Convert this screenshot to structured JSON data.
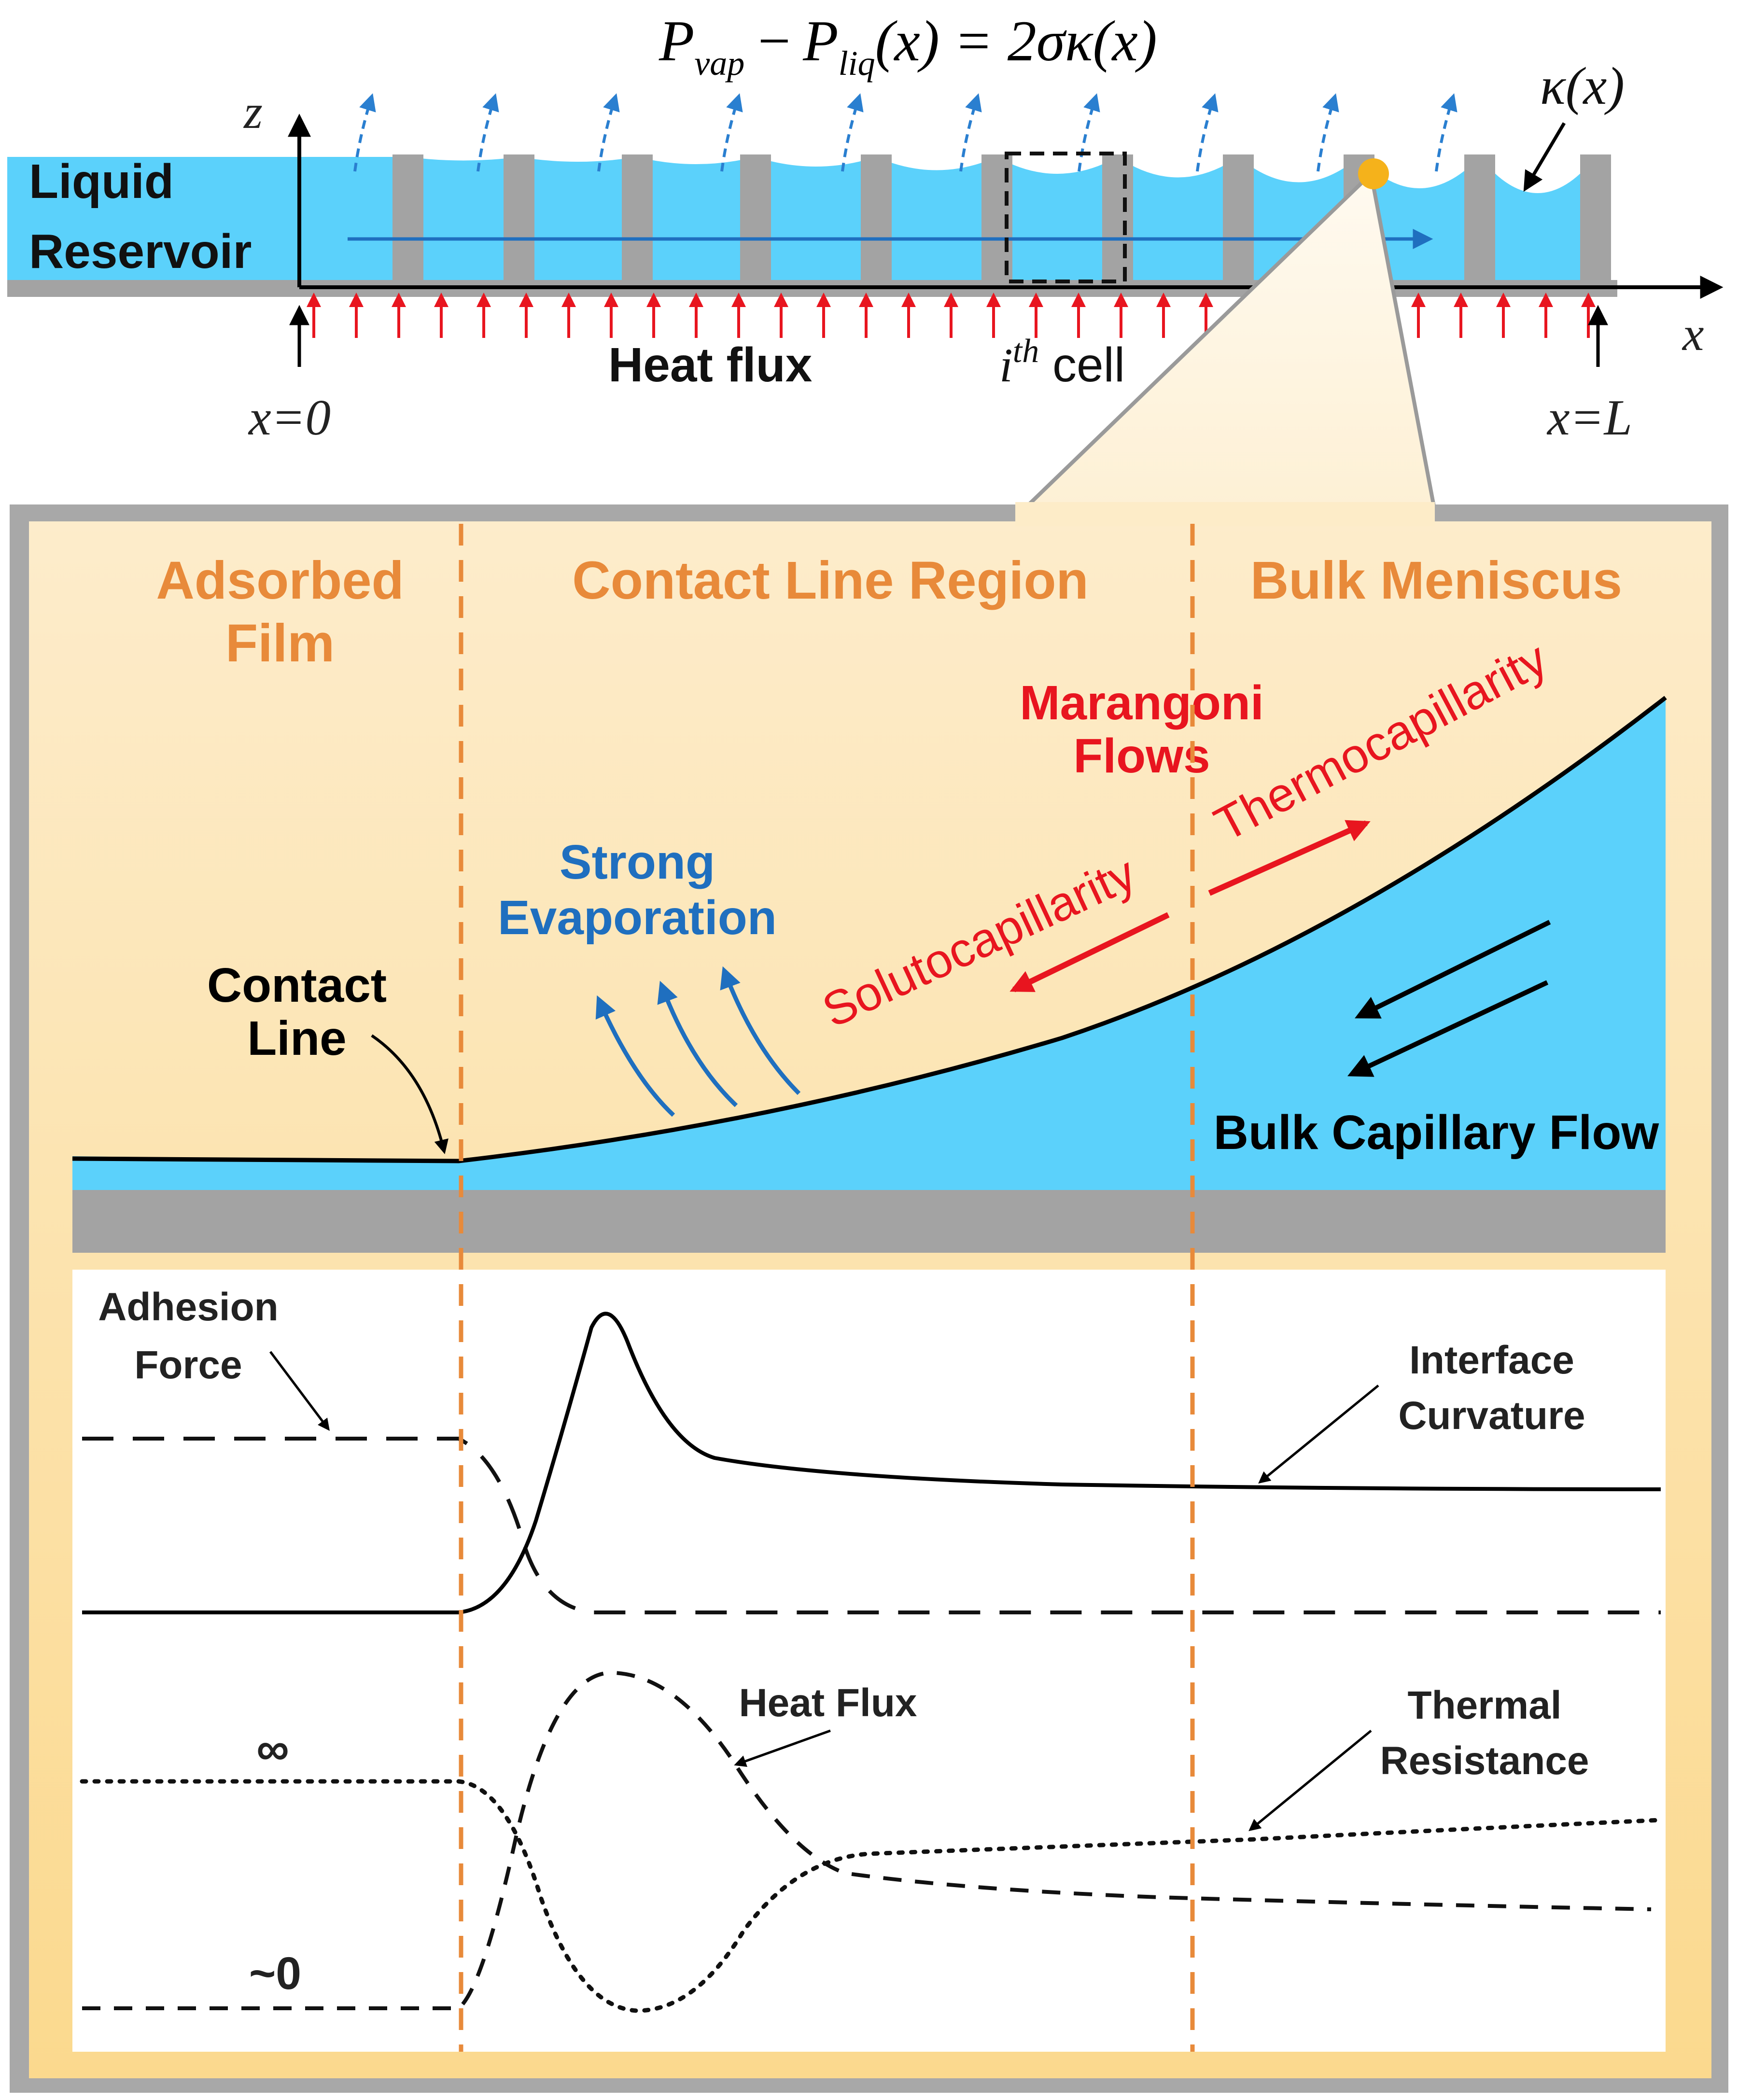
{
  "colors": {
    "liquid": "#5bd1fb",
    "wall": "#a3a3a3",
    "accent_orange": "#e88a3a",
    "marangoni_red": "#e8151f",
    "evaporation_blue": "#1f6fbf",
    "heat_arrow_red": "#e8151f",
    "panel_bg_top": "#fdeccb",
    "panel_bg_bottom": "#fbd98e",
    "contact_dot": "#f5b21b"
  },
  "top": {
    "equation": {
      "p": "P",
      "vap": "vap",
      "minus": "−",
      "p2": "P",
      "liq": "liq",
      "rest": "(x) = 2σκ(x)"
    },
    "reservoir_line1": "Liquid",
    "reservoir_line2": "Reservoir",
    "z_label": "z",
    "x_label": "x",
    "kappa_label": "κ(x)",
    "heat_flux_label": "Heat flux",
    "cell_i": "i",
    "cell_th": "th",
    "cell_word": " cell",
    "x0_label": "x=0",
    "xL_label": "x=L"
  },
  "regions": {
    "adsorbed_line1": "Adsorbed",
    "adsorbed_line2": "Film",
    "contact_line_region": "Contact Line Region",
    "bulk_meniscus": "Bulk Meniscus"
  },
  "meniscus": {
    "marangoni_line1": "Marangoni",
    "marangoni_line2": "Flows",
    "thermocapillarity": "Thermocapillarity",
    "solutocapillarity": "Solutocapillarity",
    "strong_line1": "Strong",
    "strong_line2": "Evaporation",
    "contact_line1": "Contact",
    "contact_line2": "Line",
    "bulk_flow": "Bulk Capillary Flow"
  },
  "profiles": {
    "adhesion_line1": "Adhesion",
    "adhesion_line2": "Force",
    "interface_line1": "Interface",
    "interface_line2": "Curvature",
    "heat_flux": "Heat Flux",
    "thermal_line1": "Thermal",
    "thermal_line2": "Resistance",
    "infinity": "∞",
    "near_zero": "~0"
  }
}
